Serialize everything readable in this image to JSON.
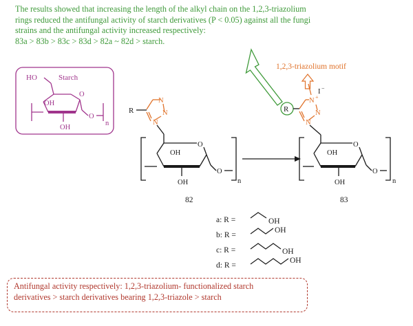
{
  "header": {
    "line1": "The results showed that increasing the length of the alkyl chain on the 1,2,3-triazolium",
    "line2": "rings reduced the antifungal activity of starch derivatives (P < 0.05) against all the fungi",
    "line3": "strains and the antifungal activity increased respectively:",
    "line4": "83a > 83b > 83c > 83d > 82a ~ 82d > starch."
  },
  "starch_box": {
    "ho": "HO",
    "starch": "Starch",
    "oh1": "OH",
    "o_ring": "O",
    "oh2": "OH",
    "o_link": "O",
    "n": "n"
  },
  "compound_82": {
    "r": "R",
    "n1": "N",
    "n2": "N",
    "n3": "N",
    "oh1": "OH",
    "o_ring": "O",
    "oh2": "OH",
    "o_link": "O",
    "n": "n",
    "label": "82"
  },
  "compound_83": {
    "r": "R",
    "n1": "N",
    "n2": "N",
    "n3": "N",
    "plus": "+",
    "iodide": "I",
    "minus": "−",
    "oh1": "OH",
    "o_ring": "O",
    "oh2": "OH",
    "o_link": "O",
    "n": "n",
    "label": "83"
  },
  "motif_label": "1,2,3-triazolium motif",
  "r_groups": [
    {
      "label": "a:  R =",
      "oh": "OH"
    },
    {
      "label": "b:  R =",
      "oh": "OH"
    },
    {
      "label": "c:  R =",
      "oh": "OH"
    },
    {
      "label": "d:  R =",
      "oh": "OH"
    }
  ],
  "footer": {
    "line1": "Antifungal activity respectively: 1,2,3-triazolium- functionalized starch",
    "line2": "derivatives > starch derivatives bearing 1,2,3-triazole > starch"
  },
  "colors": {
    "green": "#3f9a3a",
    "magenta": "#a0348c",
    "orange": "#e0722a",
    "red": "#b0372c",
    "black": "#1a1a1a"
  }
}
